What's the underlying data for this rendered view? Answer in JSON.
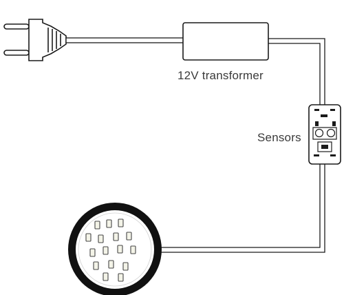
{
  "labels": {
    "transformer": "12V transformer",
    "sensors": "Sensors"
  },
  "components": {
    "plug": "plug-icon",
    "transformer": "transformer-box",
    "sensor": "sensor-module",
    "light": "led-puck-light"
  },
  "colors": {
    "line": "#1a1a1a",
    "wire_fill": "#ffffff",
    "ring": "#111111",
    "led": "#f4f4e8",
    "background": "#ffffff"
  }
}
